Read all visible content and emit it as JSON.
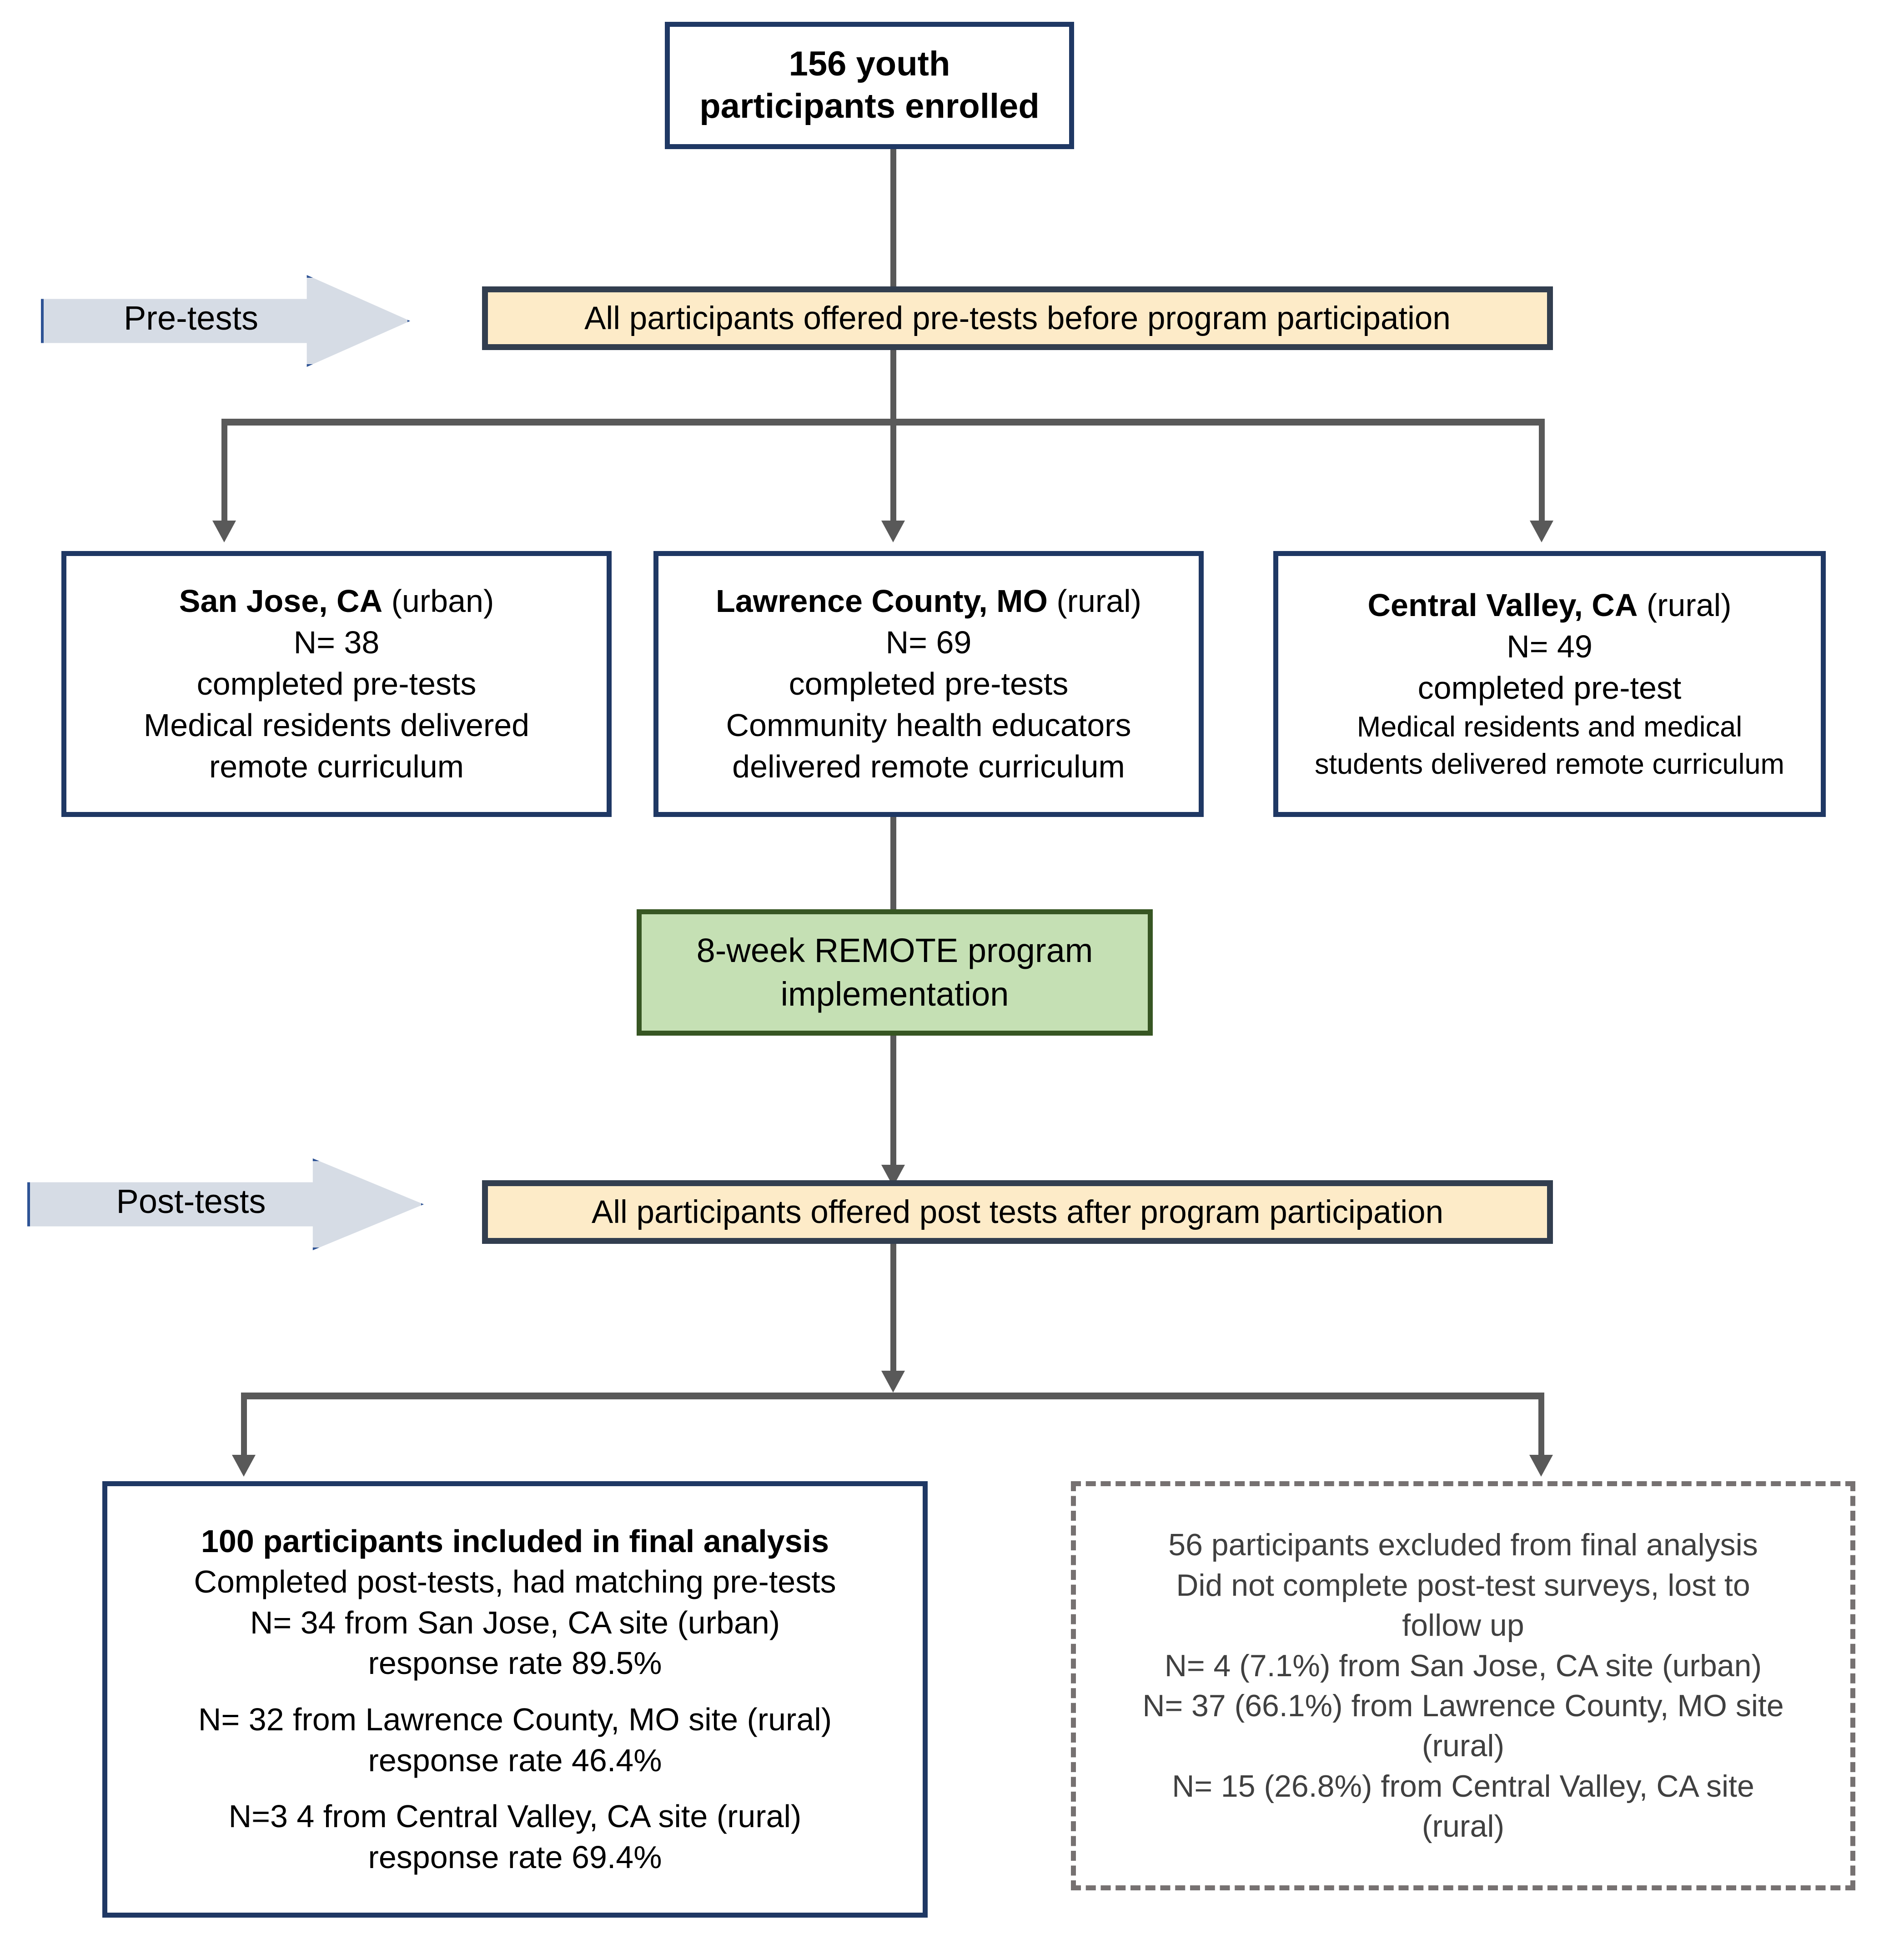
{
  "diagram": {
    "title": "REMOTE program participant flow diagram",
    "colors": {
      "navy_border": "#1F3864",
      "banner_border": "#323E4F",
      "banner_fill": "#FDEBC8",
      "green_border": "#375623",
      "green_fill": "#C5E0B4",
      "chevron_fill": "#D6DCE5",
      "chevron_border": "#2E5395",
      "connector": "#595959",
      "dashed_border": "#767171",
      "excluded_text": "#404040"
    }
  },
  "enrolled": {
    "line1": "156 youth",
    "line2": "participants enrolled"
  },
  "pretest_stage": {
    "chevron_label": "Pre-tests",
    "banner": "All participants offered pre-tests before program participation"
  },
  "sites": [
    {
      "name": "San Jose, CA",
      "setting": "(urban)",
      "n": "N= 38",
      "completed": "completed pre-tests",
      "delivery_line1": "Medical residents delivered",
      "delivery_line2": "remote curriculum",
      "delivery_small": false
    },
    {
      "name": "Lawrence County, MO",
      "setting": "(rural)",
      "n": "N= 69",
      "completed": "completed pre-tests",
      "delivery_line1": "Community health educators",
      "delivery_line2": "delivered remote curriculum",
      "delivery_small": false
    },
    {
      "name": "Central Valley, CA",
      "setting": "(rural)",
      "n": "N= 49",
      "completed": "completed pre-test",
      "delivery_line1": "Medical residents and medical",
      "delivery_line2": "students delivered remote curriculum",
      "delivery_small": true
    }
  ],
  "program": {
    "line1": "8-week REMOTE program",
    "line2": "implementation"
  },
  "posttest_stage": {
    "chevron_label": "Post-tests",
    "banner": "All participants offered post tests after program participation"
  },
  "included": {
    "heading": "100 participants included in final analysis",
    "subheading": "Completed post-tests, had matching pre-tests",
    "entries": [
      {
        "n": "N= 34 from San Jose, CA site (urban)",
        "rate": "response rate 89.5%"
      },
      {
        "n": "N= 32 from Lawrence County, MO site (rural)",
        "rate": "response rate 46.4%"
      },
      {
        "n": "N=3 4 from Central Valley, CA site (rural)",
        "rate": "response rate 69.4%"
      }
    ]
  },
  "excluded": {
    "heading": "56 participants excluded from final analysis",
    "reason_line1": "Did not complete post-test surveys, lost to",
    "reason_line2": "follow up",
    "entries": [
      "N= 4 (7.1%) from San Jose, CA site (urban)",
      "N= 37 (66.1%) from Lawrence County, MO site",
      "(rural)",
      "N= 15 (26.8%) from Central Valley, CA site",
      "(rural)"
    ]
  }
}
